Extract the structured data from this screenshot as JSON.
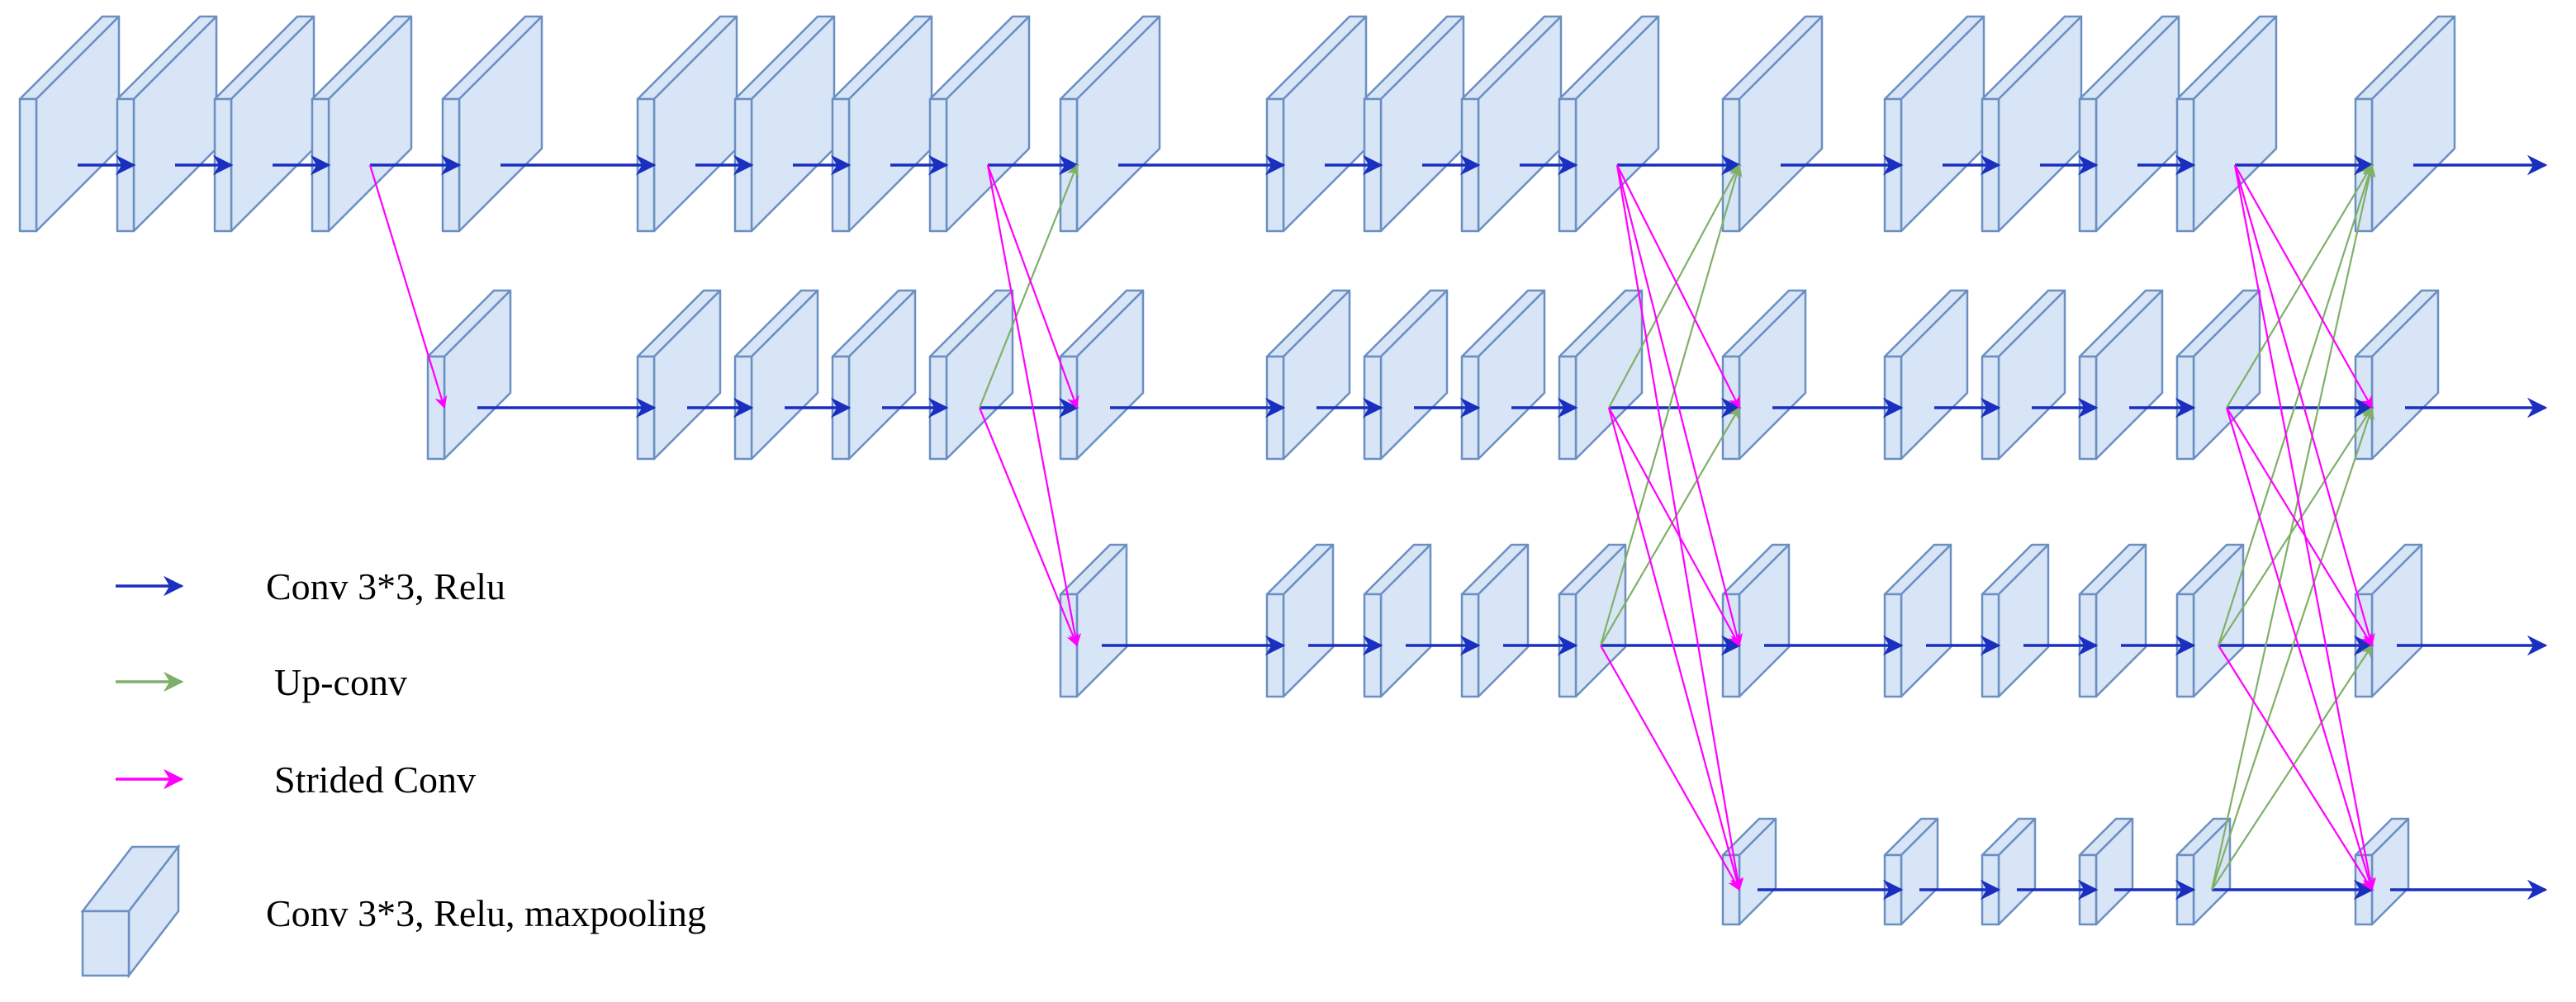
{
  "colors": {
    "block_fill": "#d7e5f6",
    "block_edge": "#6b8fc2",
    "conv": "#1a2fbf",
    "upconv": "#7fb069",
    "strided": "#ff00ff"
  },
  "legend": {
    "conv_label": "Conv 3*3, Relu",
    "upconv_label": "Up-conv",
    "strided_label": "Strided Conv",
    "block_label": "Conv 3*3, Relu, maxpooling"
  }
}
